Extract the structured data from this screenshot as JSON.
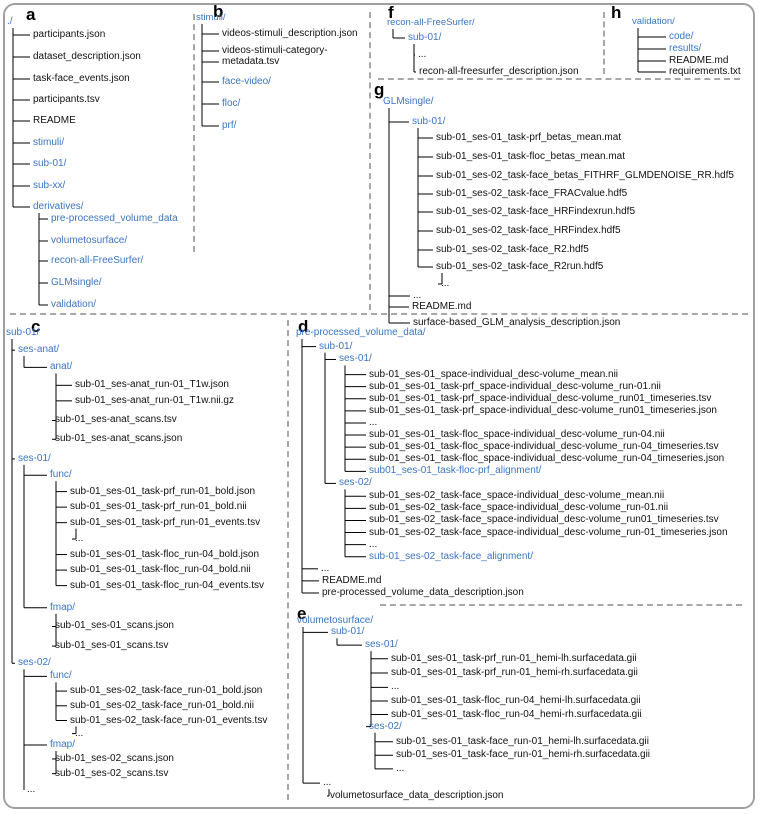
{
  "panels": {
    "a": {
      "label": "a",
      "nodes": [
        {
          "t": "./",
          "dir": true
        },
        {
          "t": "participants.json"
        },
        {
          "t": "dataset_description.json"
        },
        {
          "t": "task-face_events.json"
        },
        {
          "t": "participants.tsv"
        },
        {
          "t": "README"
        },
        {
          "t": "stimuli/",
          "dir": true
        },
        {
          "t": "sub-01/",
          "dir": true
        },
        {
          "t": "sub-xx/",
          "dir": true
        },
        {
          "t": "derivatives/",
          "dir": true
        },
        {
          "t": "pre-processed_volume_data",
          "dir": true
        },
        {
          "t": "volumetosurface/",
          "dir": true
        },
        {
          "t": "recon-all-FreeSurfer/",
          "dir": true
        },
        {
          "t": "GLMsingle/",
          "dir": true
        },
        {
          "t": "validation/",
          "dir": true
        }
      ]
    },
    "b": {
      "label": "b",
      "nodes": [
        {
          "t": "stimuli/",
          "dir": true
        },
        {
          "t": "videos-stimuli_description.json"
        },
        {
          "t": "videos-stimuli-category-"
        },
        {
          "t": "metadata.tsv"
        },
        {
          "t": "face-video/",
          "dir": true
        },
        {
          "t": "floc/",
          "dir": true
        },
        {
          "t": "prf/",
          "dir": true
        }
      ]
    },
    "f": {
      "label": "f",
      "nodes": [
        {
          "t": "recon-all-FreeSurfer/",
          "dir": true
        },
        {
          "t": "sub-01/",
          "dir": true
        },
        {
          "t": "..."
        },
        {
          "t": "recon-all-freesurfer_description.json"
        }
      ]
    },
    "h": {
      "label": "h",
      "nodes": [
        {
          "t": "validation/",
          "dir": true
        },
        {
          "t": "code/",
          "dir": true
        },
        {
          "t": "results/",
          "dir": true
        },
        {
          "t": "README.md"
        },
        {
          "t": "requirements.txt"
        }
      ]
    },
    "g": {
      "label": "g",
      "nodes": [
        {
          "t": "GLMsingle/",
          "dir": true
        },
        {
          "t": "sub-01/",
          "dir": true
        },
        {
          "t": "sub-01_ses-01_task-prf_betas_mean.mat"
        },
        {
          "t": "sub-01_ses-01_task-floc_betas_mean.mat"
        },
        {
          "t": "sub-01_ses-02_task-face_betas_FITHRF_GLMDENOISE_RR.hdf5"
        },
        {
          "t": "sub-01_ses-02_task-face_FRACvalue.hdf5"
        },
        {
          "t": "sub-01_ses-02_task-face_HRFindexrun.hdf5"
        },
        {
          "t": "sub-01_ses-02_task-face_HRFindex.hdf5"
        },
        {
          "t": "sub-01_ses-02_task-face_R2.hdf5"
        },
        {
          "t": "sub-01_ses-02_task-face_R2run.hdf5"
        },
        {
          "t": "..."
        },
        {
          "t": "..."
        },
        {
          "t": "README.md"
        },
        {
          "t": "surface-based_GLM_analysis_description.json"
        }
      ]
    },
    "c": {
      "label": "c",
      "nodes": [
        {
          "t": "sub-01/",
          "dir": true
        },
        {
          "t": "ses-anat/",
          "dir": true
        },
        {
          "t": "anat/",
          "dir": true
        },
        {
          "t": "sub-01_ses-anat_run-01_T1w.json"
        },
        {
          "t": "sub-01_ses-anat_run-01_T1w.nii.gz"
        },
        {
          "t": "sub-01_ses-anat_scans.tsv"
        },
        {
          "t": "sub-01_ses-anat_scans.json"
        },
        {
          "t": "ses-01/",
          "dir": true
        },
        {
          "t": "func/",
          "dir": true
        },
        {
          "t": "sub-01_ses-01_task-prf_run-01_bold.json"
        },
        {
          "t": "sub-01_ses-01_task-prf_run-01_bold.nii"
        },
        {
          "t": "sub-01_ses-01_task-prf_run-01_events.tsv"
        },
        {
          "t": "..."
        },
        {
          "t": "sub-01_ses-01_task-floc_run-04_bold.json"
        },
        {
          "t": "sub-01_ses-01_task-floc_run-04_bold.nii"
        },
        {
          "t": "sub-01_ses-01_task-floc_run-04_events.tsv"
        },
        {
          "t": "fmap/",
          "dir": true
        },
        {
          "t": "sub-01_ses-01_scans.json"
        },
        {
          "t": "sub-01_ses-01_scans.tsv"
        },
        {
          "t": "ses-02/",
          "dir": true
        },
        {
          "t": "func/",
          "dir": true
        },
        {
          "t": "sub-01_ses-02_task-face_run-01_bold.json"
        },
        {
          "t": "sub-01_ses-02_task-face_run-01_bold.nii"
        },
        {
          "t": "sub-01_ses-02_task-face_run-01_events.tsv"
        },
        {
          "t": "..."
        },
        {
          "t": "fmap/",
          "dir": true
        },
        {
          "t": "sub-01_ses-02_scans.json"
        },
        {
          "t": "sub-01_ses-02_scans.tsv"
        },
        {
          "t": "..."
        }
      ]
    },
    "d": {
      "label": "d",
      "nodes": [
        {
          "t": "pre-processed_volume_data/",
          "dir": true
        },
        {
          "t": "sub-01/",
          "dir": true
        },
        {
          "t": "ses-01/",
          "dir": true
        },
        {
          "t": "sub-01_ses-01_space-individual_desc-volume_mean.nii"
        },
        {
          "t": "sub-01_ses-01_task-prf_space-individual_desc-volume_run-01.nii"
        },
        {
          "t": "sub-01_ses-01_task-prf_space-individual_desc-volume_run01_timeseries.tsv"
        },
        {
          "t": "sub-01_ses-01_task-prf_space-individual_desc-volume_run01_timeseries.json"
        },
        {
          "t": "..."
        },
        {
          "t": "sub-01_ses-01_task-floc_space-individual_desc-volume_run-04.nii"
        },
        {
          "t": "sub-01_ses-01_task-floc_space-individual_desc-volume_run-04_timeseries.tsv"
        },
        {
          "t": "sub-01_ses-01_task-floc_space-individual_desc-volume_run-04_timeseries.json"
        },
        {
          "t": "sub01_ses-01_task-floc-prf_alignment/",
          "dir": true
        },
        {
          "t": "ses-02/",
          "dir": true
        },
        {
          "t": "sub-01_ses-02_task-face_space-individual_desc-volume_mean.nii"
        },
        {
          "t": "sub-01_ses-02_task-face_space-individual_desc-volume_run-01.nii"
        },
        {
          "t": "sub-01_ses-02_task-face_space-individual_desc-volume_run01_timeseries.tsv"
        },
        {
          "t": "sub-01_ses-02_task-face_space-individual_desc-volume_run-01_timeseries.json"
        },
        {
          "t": "..."
        },
        {
          "t": "sub-01_ses-02_task-face_alignment/",
          "dir": true
        },
        {
          "t": "..."
        },
        {
          "t": "README.md"
        },
        {
          "t": "pre-processed_volume_data_description.json"
        }
      ]
    },
    "e": {
      "label": "e",
      "nodes": [
        {
          "t": "volumetosurface/",
          "dir": true
        },
        {
          "t": "sub-01/",
          "dir": true
        },
        {
          "t": "ses-01/",
          "dir": true
        },
        {
          "t": "sub-01_ses-01_task-prf_run-01_hemi-lh.surfacedata.gii"
        },
        {
          "t": "sub-01_ses-01_task-prf_run-01_hemi-rh.surfacedata.gii"
        },
        {
          "t": "..."
        },
        {
          "t": "sub-01_ses-01_task-floc_run-04_hemi-lh.surfacedata.gii"
        },
        {
          "t": "sub-01_ses-01_task-floc_run-04_hemi-rh.surfacedata.gii"
        },
        {
          "t": "ses-02/",
          "dir": true
        },
        {
          "t": "sub-01_ses-01_task-face_run-01_hemi-lh.surfacedata.gii"
        },
        {
          "t": "sub-01_ses-01_task-face_run-01_hemi-rh.surfacedata.gii"
        },
        {
          "t": "..."
        },
        {
          "t": "..."
        },
        {
          "t": "volumetosurface_data_description.json"
        }
      ]
    }
  }
}
